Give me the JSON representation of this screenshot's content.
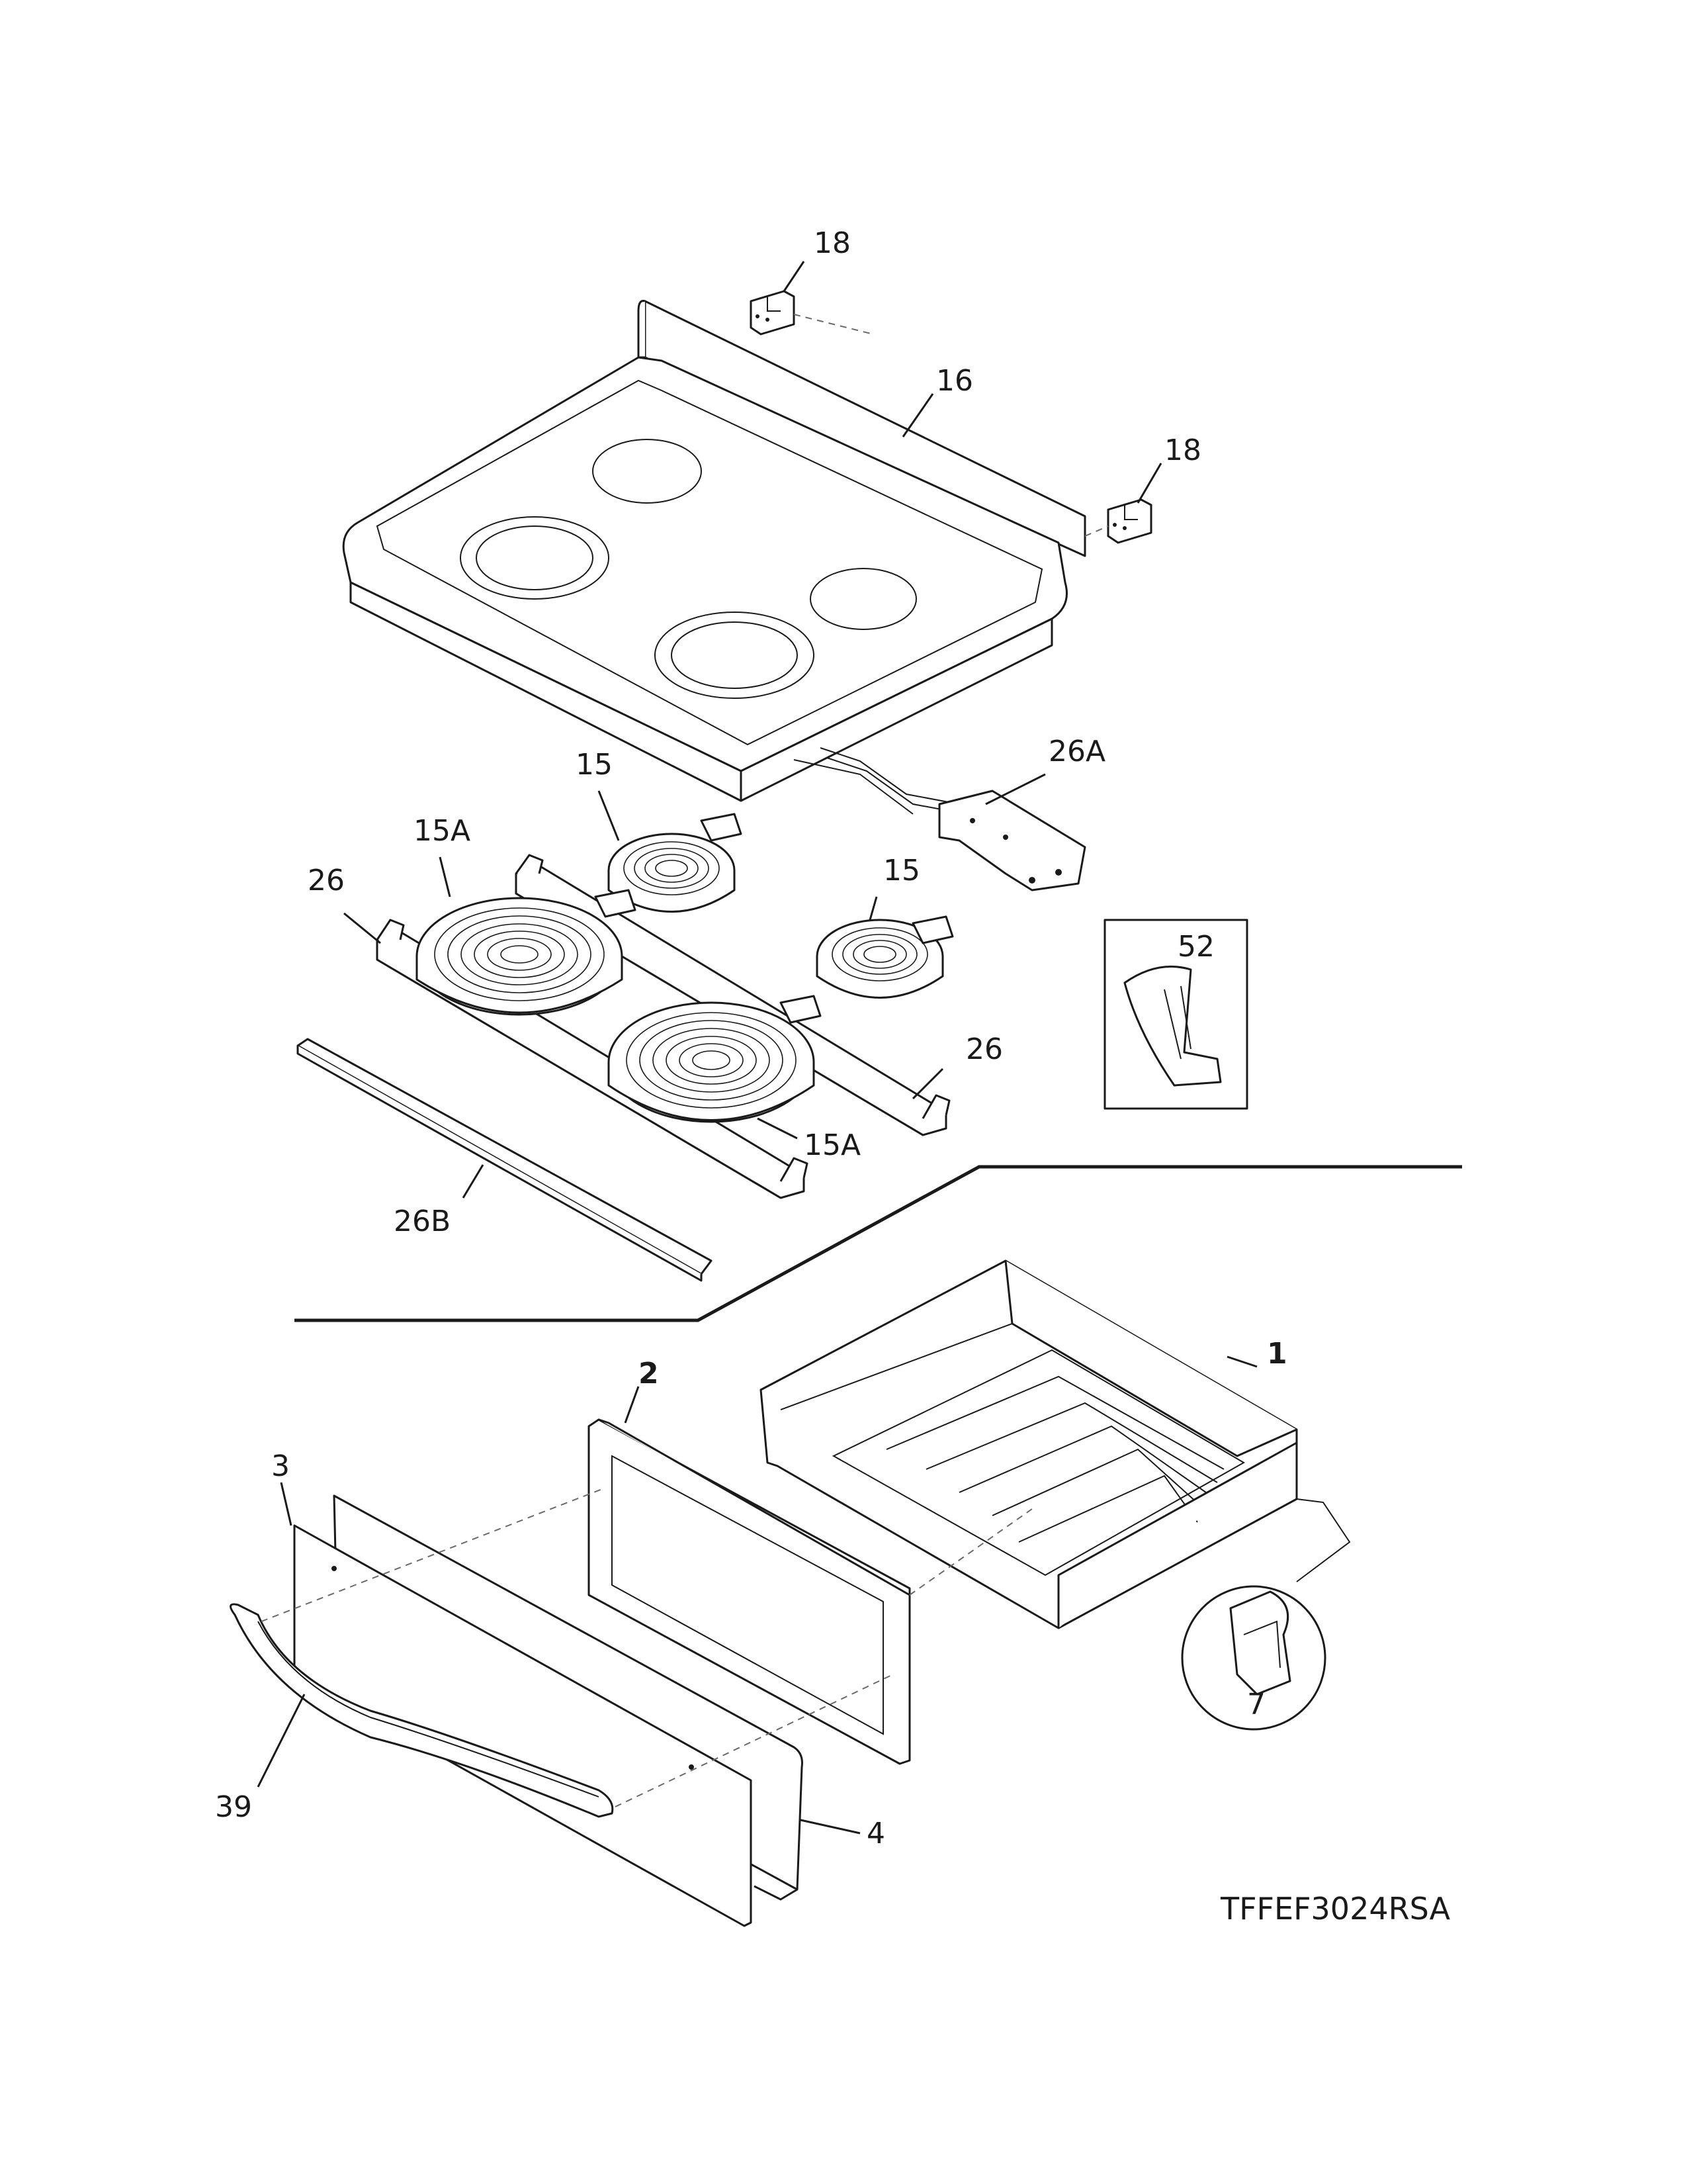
{
  "model_number": "TFFEF3024RSA",
  "callouts": {
    "mount_clip_left": "18",
    "mount_clip_right": "18",
    "cooktop": "16",
    "wire_harness": "26A",
    "element_small_rear": "15",
    "element_small_right": "15",
    "element_large_left": "15A",
    "element_large_front": "15A",
    "bracket_left": "26",
    "bracket_right": "26",
    "front_bracket": "26B",
    "clip_inset": "52",
    "drawer_body": "1",
    "drawer_frame": "2",
    "drawer_panel": "3",
    "drawer_back_panel": "4",
    "handle": "39",
    "glide_inset": "7"
  }
}
